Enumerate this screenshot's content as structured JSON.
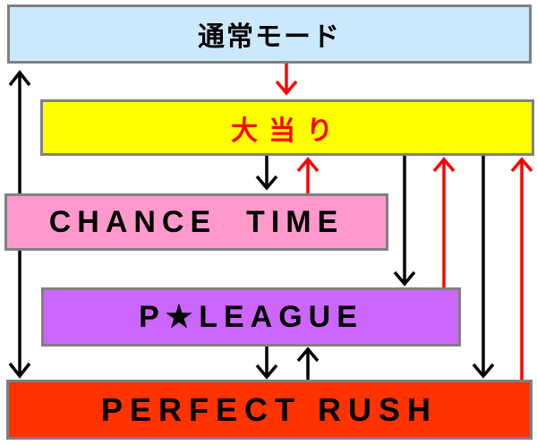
{
  "nodes": {
    "normal_mode": "通常モード",
    "jackpot": "大当り",
    "chance_time": "CHANCE  TIME",
    "p_league": "P★LEAGUE",
    "perfect_rush": "PERFECT RUSH"
  },
  "colors": {
    "normal_mode": "#cce9fb",
    "jackpot": "#ffff00",
    "chance_time": "#ff99cc",
    "p_league": "#cc66ff",
    "perfect_rush": "#ff3300",
    "red_arrow": "#ff0000",
    "black_arrow": "#000000"
  }
}
